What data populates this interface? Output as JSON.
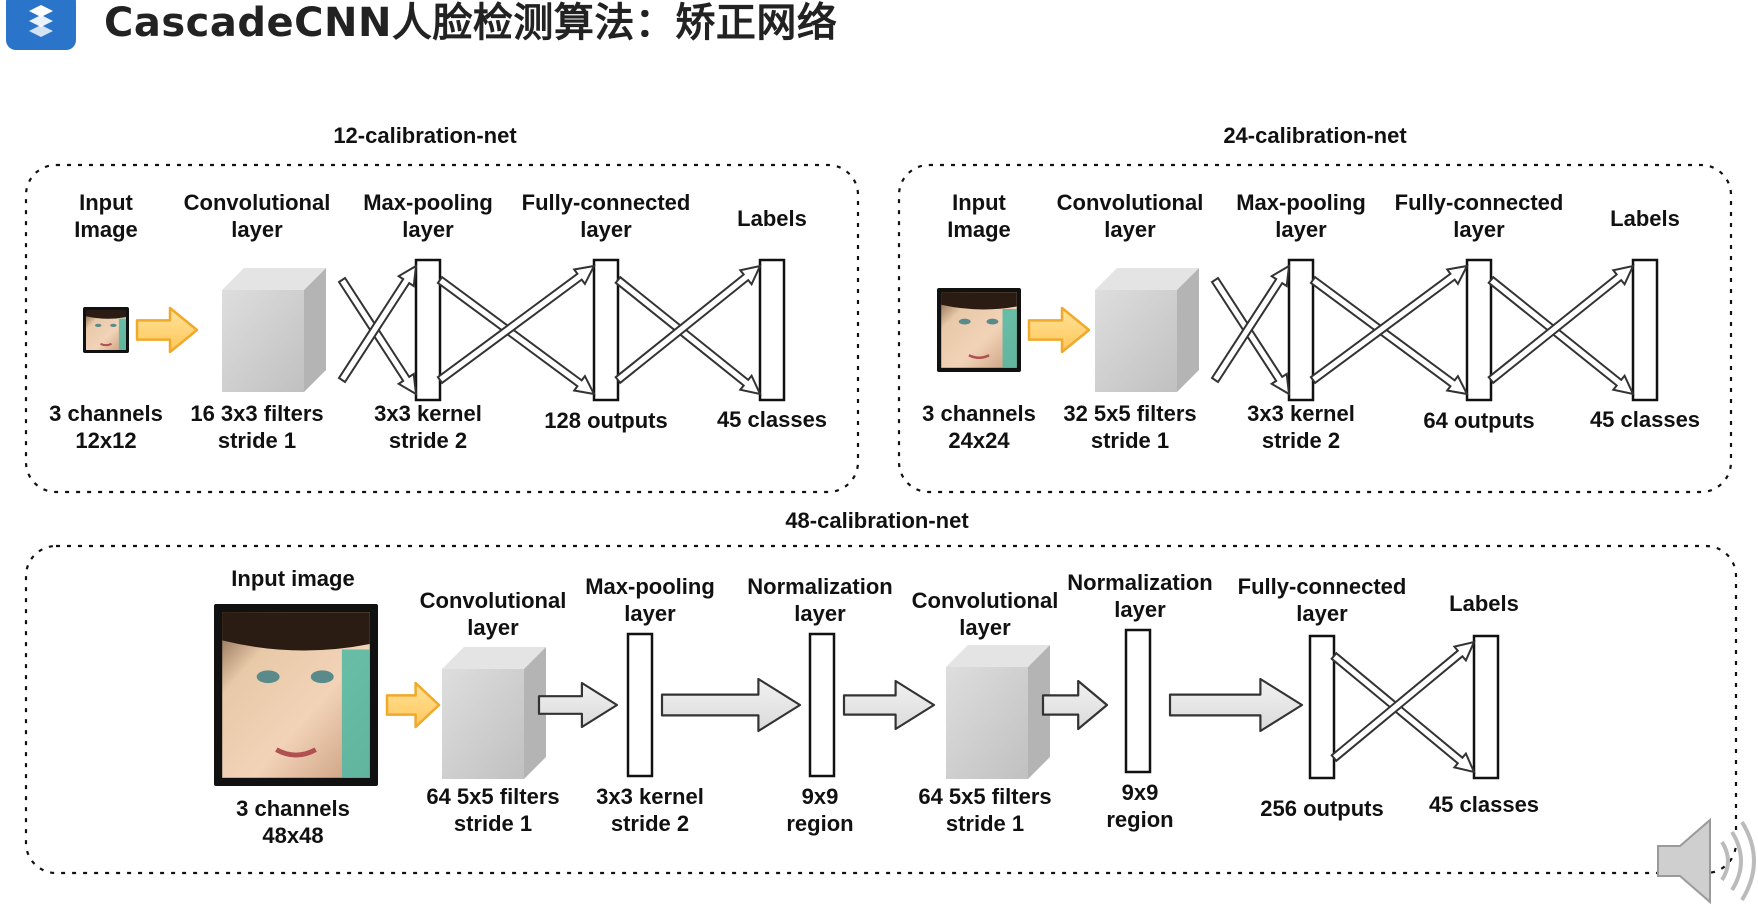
{
  "slide": {
    "title": "CascadeCNN人脸检测算法：矫正网络"
  },
  "net12": {
    "title": "12-calibration-net",
    "headers": [
      "Input|Image",
      "Convolutional|layer",
      "Max-pooling|layer",
      "Fully-connected|layer",
      "Labels"
    ],
    "footers": [
      "3 channels|12x12",
      "16 3x3 filters|stride 1",
      "3x3 kernel|stride 2",
      "128 outputs",
      "45 classes"
    ]
  },
  "net24": {
    "title": "24-calibration-net",
    "headers": [
      "Input|Image",
      "Convolutional|layer",
      "Max-pooling|layer",
      "Fully-connected|layer",
      "Labels"
    ],
    "footers": [
      "3 channels|24x24",
      "32 5x5 filters|stride 1",
      "3x3 kernel|stride 2",
      "64 outputs",
      "45 classes"
    ]
  },
  "net48": {
    "title": "48-calibration-net",
    "headers": [
      "Input image",
      "Convolutional|layer",
      "Max-pooling|layer",
      "Normalization|layer",
      "Convolutional|layer",
      "Normalization|layer",
      "Fully-connected|layer",
      "Labels"
    ],
    "footers": [
      "3 channels|48x48",
      "64 5x5 filters|stride 1",
      "3x3 kernel|stride 2",
      "9x9|region",
      "64 5x5 filters|stride 1",
      "9x9|region",
      "256 outputs",
      "45 classes"
    ]
  },
  "icons": {
    "logo": "app-logo-icon",
    "speaker": "speaker-icon",
    "face": "face-image-icon"
  },
  "colors": {
    "logo_blue": "#2a74c9",
    "arrow_orange": "#f3b33d",
    "arrow_fill": "#ffd780",
    "cube_gray": "#c8c8c8",
    "flow_arrow_gray": "#e6e6e6"
  }
}
